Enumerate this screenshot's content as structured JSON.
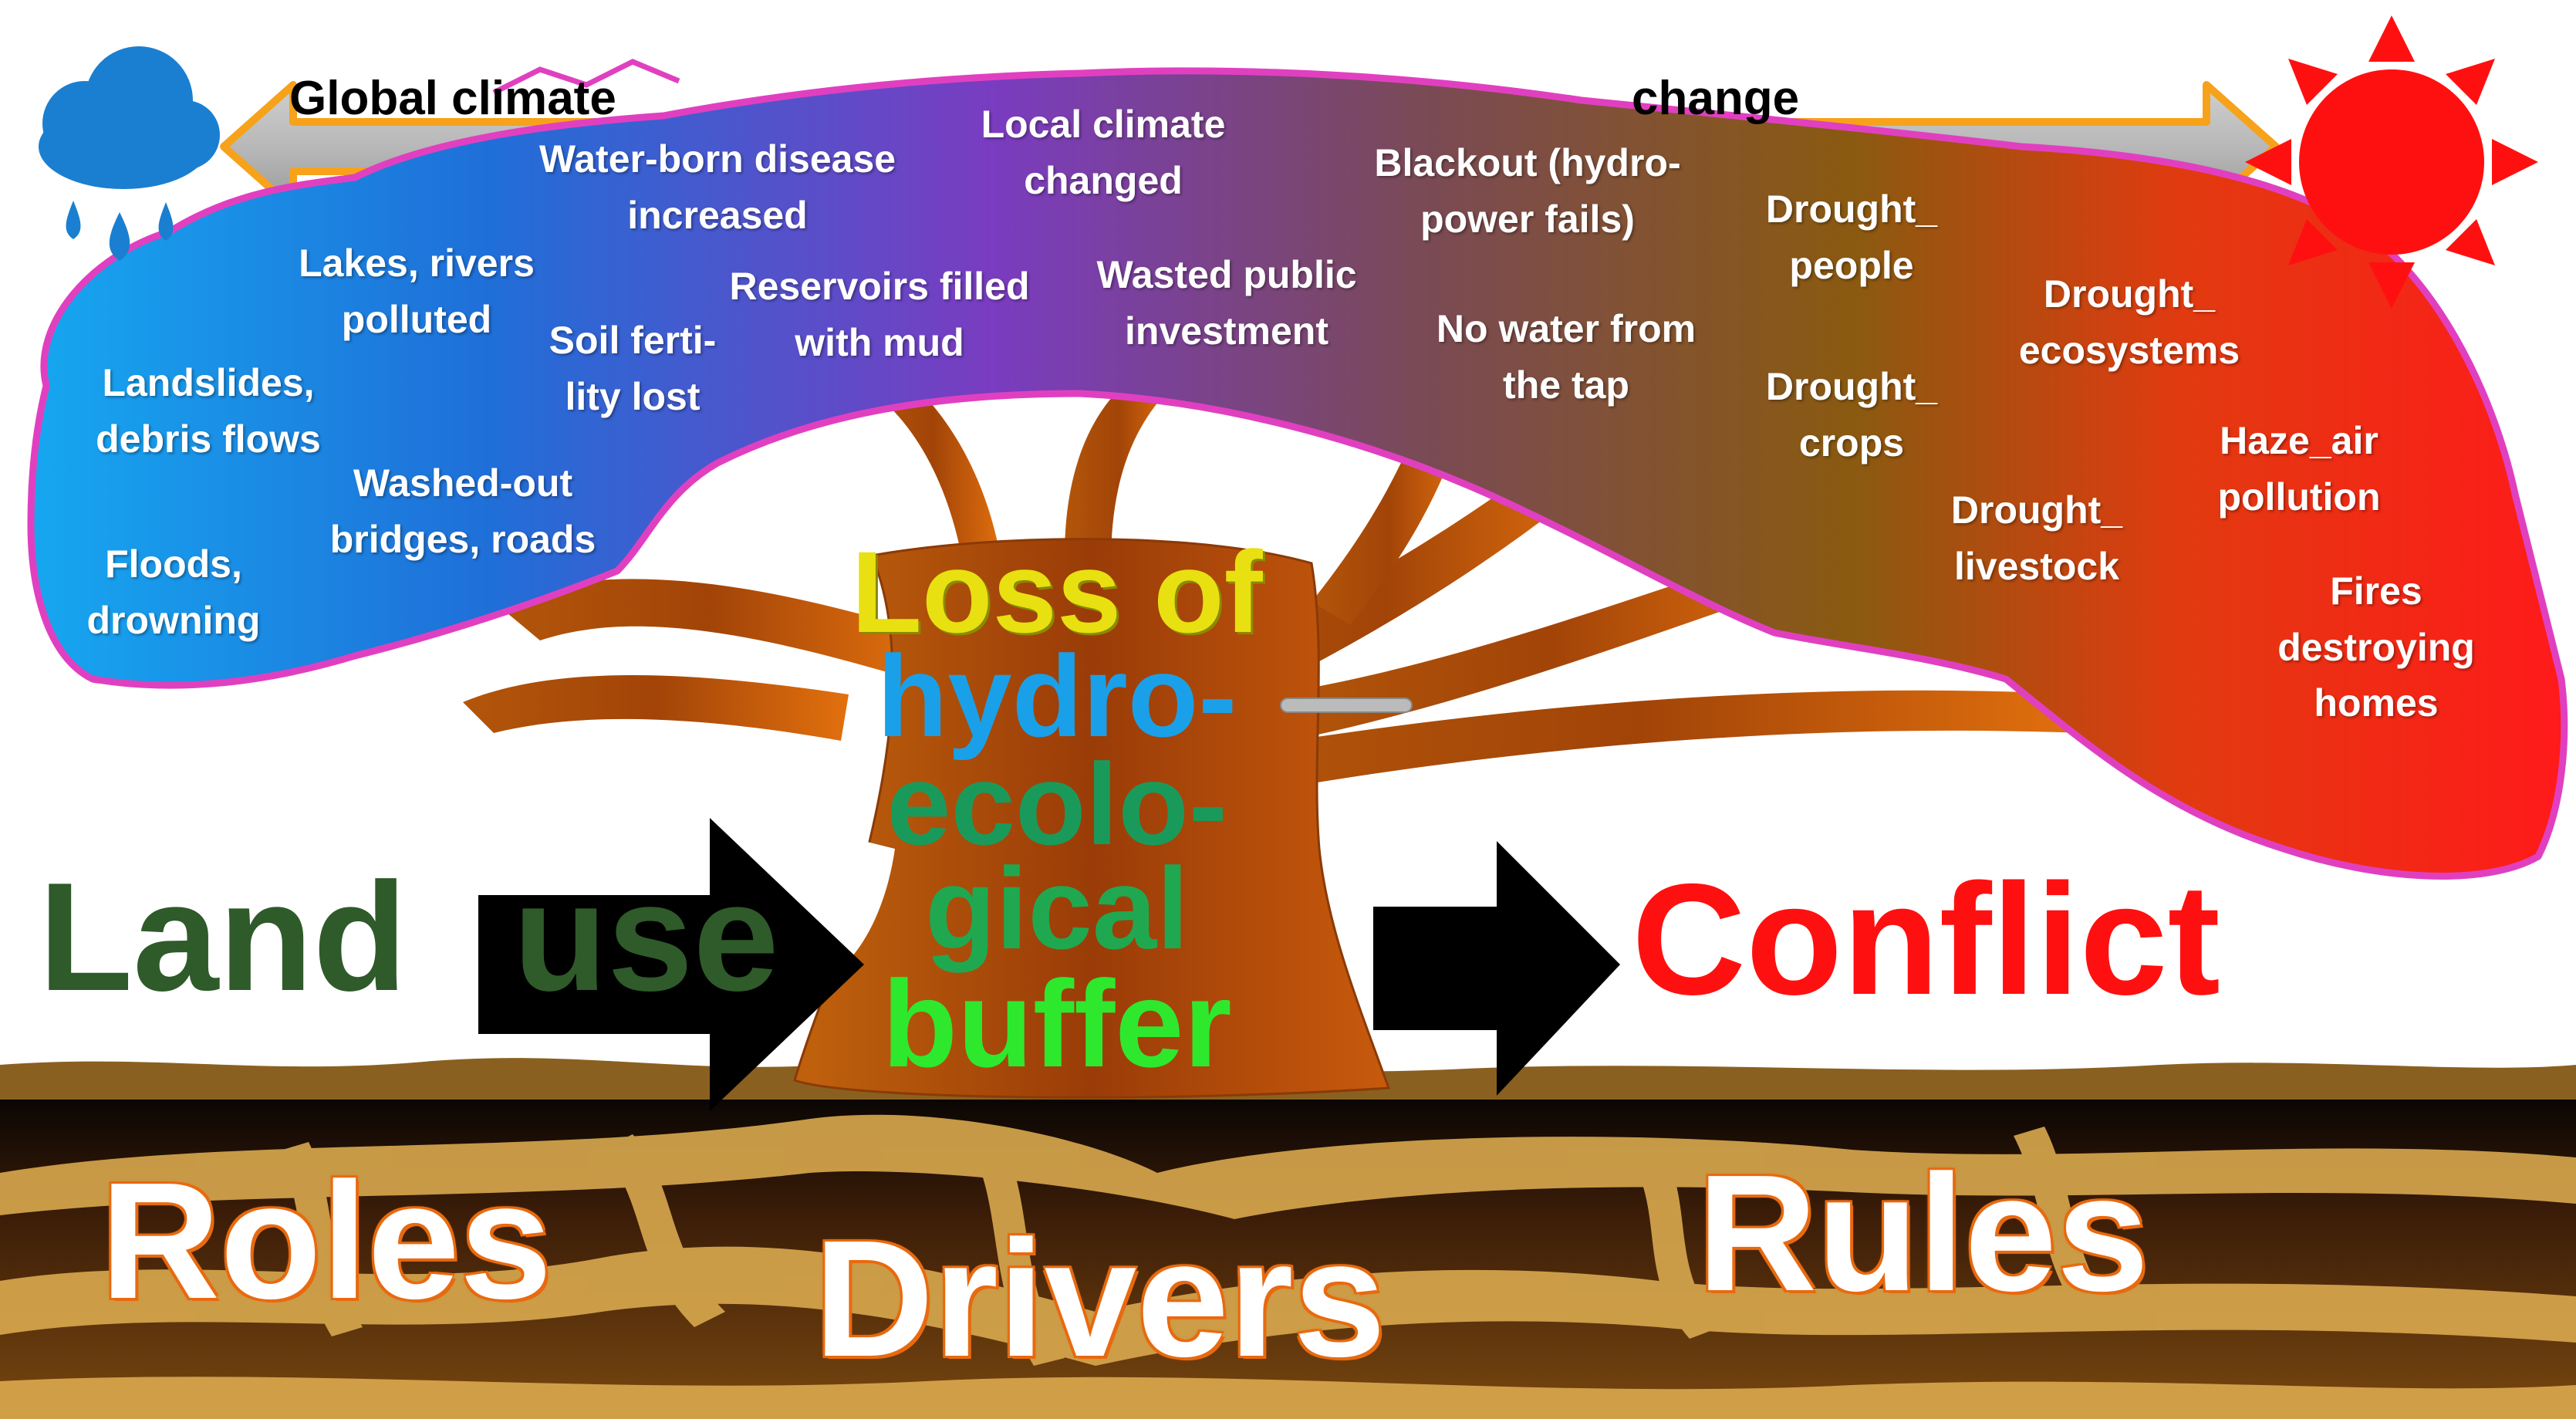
{
  "header": {
    "left_label": "Global climate",
    "right_label": "change"
  },
  "icons": [
    "rain-cloud-icon",
    "sun-icon"
  ],
  "colors": {
    "wet": "#1a8fe0",
    "mid": "#7a3fb0",
    "dry": "#ff1a1a",
    "canopy_outline": "#e040c0",
    "trunk": "#a8480a",
    "ground": "#1a0e05",
    "roots": "#d9a94e",
    "land_use": "#2f5a2a",
    "conflict": "#ff1010"
  },
  "impacts": [
    "Lakes, rivers polluted",
    "Water-born disease increased",
    "Local climate changed",
    "Blackout (hydro-power fails)",
    "Drought_ people",
    "Drought_ ecosystems",
    "Landslides, debris flows",
    "Soil ferti-lity lost",
    "Reservoirs filled with mud",
    "Wasted public investment",
    "No water from the tap",
    "Drought_ crops",
    "Haze_air pollution",
    "Washed-out bridges, roads",
    "Drought_ livestock",
    "Floods, drowning",
    "Fires destroying homes"
  ],
  "trunk_text": {
    "line1": "Loss of",
    "line2": "hydro-",
    "line3": "ecolo-",
    "line4": "gical",
    "line5": "buffer"
  },
  "main_flow": {
    "word_land": "Land",
    "word_use": "use",
    "conflict": "Conflict"
  },
  "ground_words": {
    "roles": "Roles",
    "drivers": "Drivers",
    "rules": "Rules"
  }
}
